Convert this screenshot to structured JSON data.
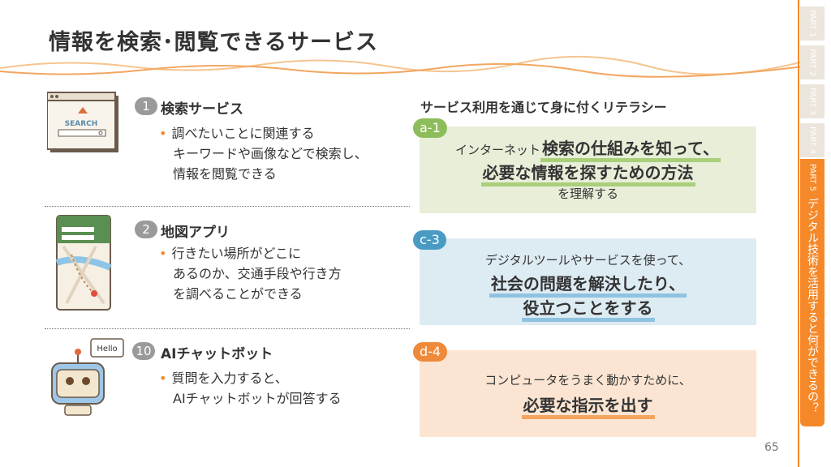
{
  "title": "情報を検索･閲覧できるサービス",
  "items": [
    {
      "number": "1",
      "name": "検索サービス",
      "illus_text": "SEARCH",
      "desc": [
        "調べたいことに関連する",
        "キーワードや画像などで検索し、",
        "情報を閲覧できる"
      ]
    },
    {
      "number": "2",
      "name": "地図アプリ",
      "desc": [
        "行きたい場所がどこに",
        "あるのか、交通手段や行き方",
        "を調べることができる"
      ]
    },
    {
      "number": "10",
      "name": "AIチャットボット",
      "illus_text": "Hello",
      "desc": [
        "質問を入力すると、",
        "AIチャットボットが回答する"
      ]
    }
  ],
  "literacy": {
    "heading": "サービス利用を通じて身に付くリテラシー",
    "boxes": [
      {
        "tag": "a-1",
        "color": "#8dbd5b",
        "bg": "#e8eed8",
        "pre": "インターネット",
        "big1": "検索の仕組みを知って、",
        "big2": "必要な情報を探すための方法",
        "post": "を理解する"
      },
      {
        "tag": "c-3",
        "color": "#4a9bc4",
        "bg": "#ddebf3",
        "pre": "デジタルツールやサービスを使って、",
        "big1": "社会の問題を解決したり、",
        "big2": "役立つことをする"
      },
      {
        "tag": "d-4",
        "color": "#ef8a3a",
        "bg": "#fbe5d2",
        "pre": "コンピュータをうまく動かすために、",
        "big1": "必要な指示を出す"
      }
    ]
  },
  "page_number": "65",
  "sidebar": {
    "tabs": [
      {
        "label": "PART 1"
      },
      {
        "label": "PART 2"
      },
      {
        "label": "PART 3"
      },
      {
        "label": "PART 4"
      }
    ],
    "active": {
      "label": "PART 5",
      "title": "デジタル技術を活用すると何ができるの？"
    }
  },
  "accent_color": "#f5892a"
}
